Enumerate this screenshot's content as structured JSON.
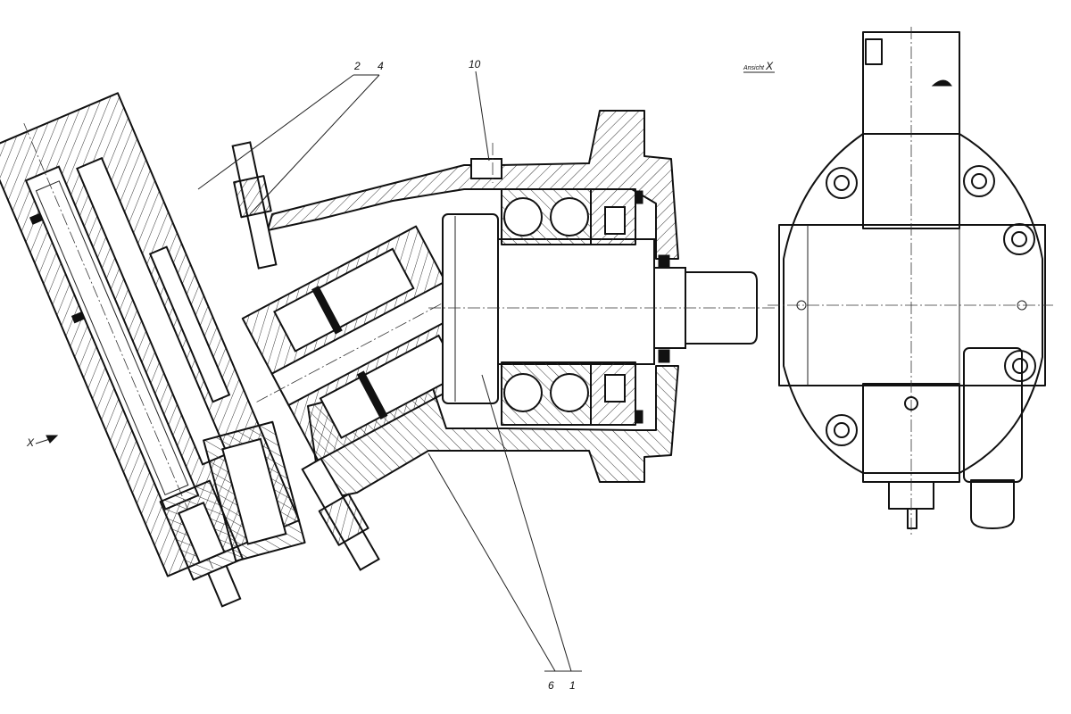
{
  "labels": {
    "part_2": "2",
    "part_4": "4",
    "part_10": "10",
    "part_6": "6",
    "part_1": "1",
    "view_x_prefix": "Ansicht",
    "view_x_letter": "X",
    "arrow_x": "X"
  }
}
